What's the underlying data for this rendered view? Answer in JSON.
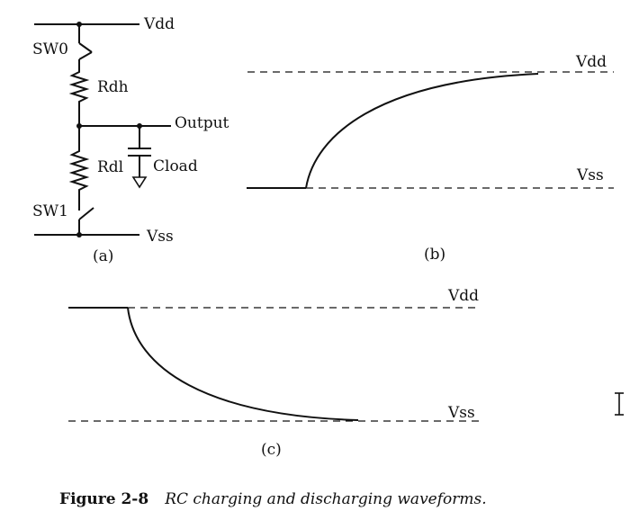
{
  "circuit": {
    "vdd": "Vdd",
    "vss": "Vss",
    "sw0": "SW0",
    "sw1": "SW1",
    "rdh": "Rdh",
    "rdl": "Rdl",
    "output": "Output",
    "cload": "Cload",
    "panel": "(a)"
  },
  "charging": {
    "vdd": "Vdd",
    "vss": "Vss",
    "panel": "(b)"
  },
  "discharging": {
    "vdd": "Vdd",
    "vss": "Vss",
    "panel": "(c)"
  },
  "caption": {
    "number": "Figure 2-8",
    "text": "RC charging and discharging waveforms."
  },
  "cursor": {
    "icon": "text-cursor-icon"
  }
}
